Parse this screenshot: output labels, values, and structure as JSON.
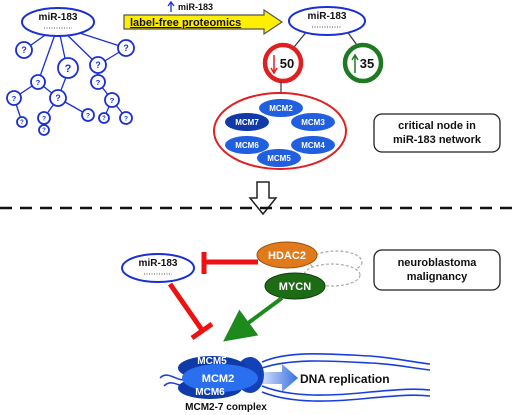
{
  "colors": {
    "node_blue": "#1a2fd6",
    "mcm_blue": "#1f5fe0",
    "mcm_dark": "#0f3aa8",
    "down_red": "#e02020",
    "up_green": "#1e7a22",
    "hdac_orange": "#e07a1a",
    "mycn_green": "#1d6b14",
    "highlight_yellow": "#ffee00",
    "inhibit_red": "#ee1111"
  },
  "top": {
    "network_center_label": "miR-183",
    "unknown_symbol": "?",
    "arrow_superscript": "miR-183",
    "arrow_label": "label-free proteomics",
    "result_node_label": "miR-183",
    "down_count": "50",
    "up_count": "35",
    "mcm_members": [
      "MCM2",
      "MCM7",
      "MCM3",
      "MCM6",
      "MCM4",
      "MCM5"
    ],
    "critical_node_box": "critical node in\nmiR-183 network"
  },
  "bottom": {
    "mir_label": "miR-183",
    "hdac_label": "HDAC2",
    "mycn_label": "MYCN",
    "neuro_box": "neuroblastoma\nmalignancy",
    "complex_labels": [
      "MCM5",
      "MCM2",
      "MCM6"
    ],
    "dna_replication": "DNA replication",
    "complex_caption": "MCM2-7 complex"
  }
}
